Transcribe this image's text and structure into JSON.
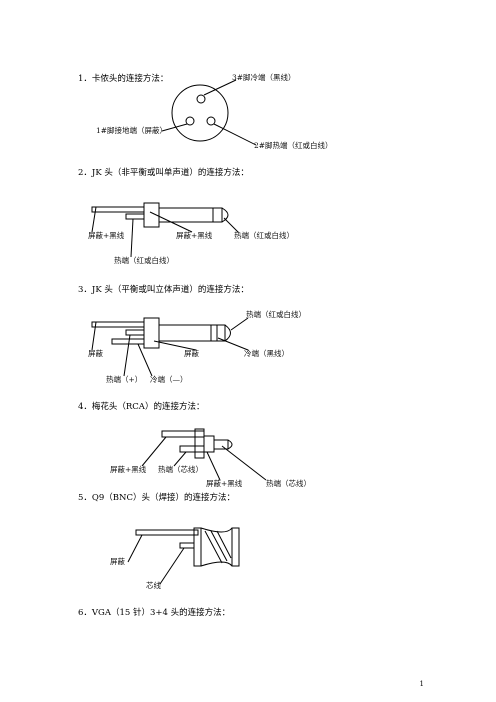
{
  "sections": [
    {
      "heading": "1．卡侬头的连接方法：",
      "labels": [
        "3#脚冷端（黑线）",
        "1#脚接地端（屏蔽）",
        "2#脚热端（红或白线）"
      ]
    },
    {
      "heading": "2．JK 头（非平衡或叫单声道）的连接方法：",
      "labels": [
        "屏蔽+黑线",
        "屏蔽+黑线",
        "热端（红或白线）",
        "热端（红或白线）"
      ]
    },
    {
      "heading": "3．JK 头（平衡或叫立体声道）的连接方法：",
      "labels": [
        "热端（红或白线）",
        "屏蔽",
        "屏蔽",
        "冷端（黑线）",
        "热端（+）",
        "冷端（—）"
      ]
    },
    {
      "heading": "4．梅花头（RCA）的连接方法：",
      "labels": [
        "屏蔽+黑线",
        "热端（芯线）",
        "屏蔽+黑线",
        "热端（芯线）"
      ]
    },
    {
      "heading": "5．Q9（BNC）头（焊接）的连接方法：",
      "labels": [
        "屏蔽",
        "芯线"
      ]
    },
    {
      "heading": "6．VGA（15 针）3+4 头的连接方法：",
      "labels": []
    }
  ],
  "page_number": "1"
}
